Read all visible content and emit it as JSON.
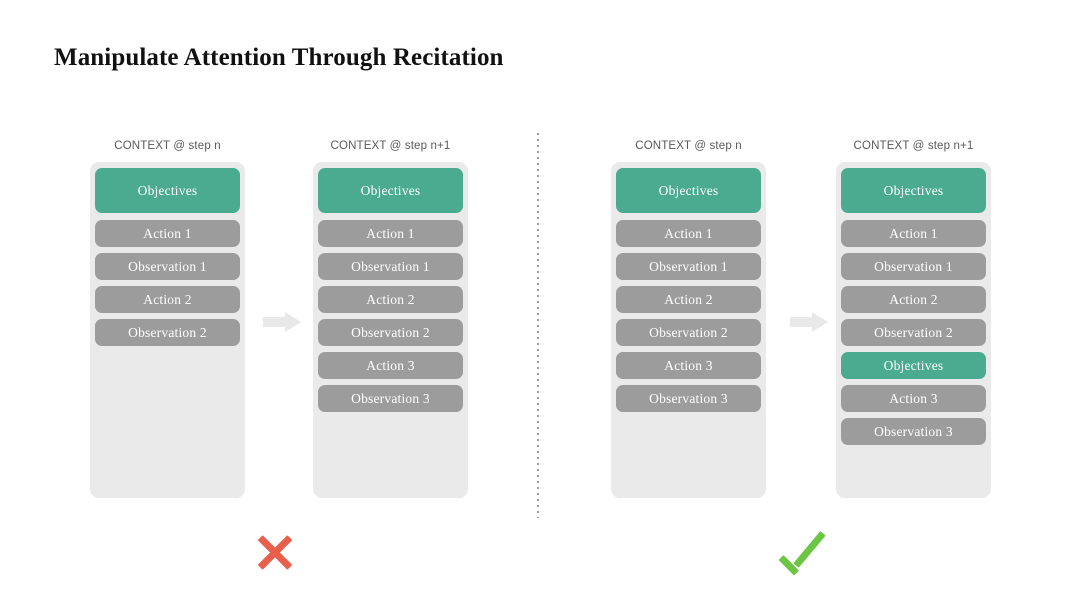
{
  "slide": {
    "title": "Manipulate Attention Through Recitation"
  },
  "colors": {
    "background": "#ffffff",
    "title_text": "#111111",
    "container": "#eaeaea",
    "chip_default": "#9c9c9c",
    "chip_objectives": "#4bab90",
    "chip_text": "#ffffff",
    "column_label": "#595959",
    "arrow": "#e8e8e8",
    "divider": "#9a9a9a",
    "cross": "#e8604c",
    "check": "#6cc644"
  },
  "panels": [
    {
      "name": "bad-example",
      "verdict": {
        "icon": "cross-icon",
        "meaning": "incorrect"
      },
      "columns": [
        {
          "label": "CONTEXT @ step n",
          "items": [
            {
              "text": "Objectives",
              "kind": "objectives",
              "tall": true
            },
            {
              "text": "Action 1",
              "kind": "default",
              "tall": false
            },
            {
              "text": "Observation 1",
              "kind": "default",
              "tall": false
            },
            {
              "text": "Action 2",
              "kind": "default",
              "tall": false
            },
            {
              "text": "Observation 2",
              "kind": "default",
              "tall": false
            }
          ]
        },
        {
          "label": "CONTEXT @ step n+1",
          "items": [
            {
              "text": "Objectives",
              "kind": "objectives",
              "tall": true
            },
            {
              "text": "Action 1",
              "kind": "default",
              "tall": false
            },
            {
              "text": "Observation 1",
              "kind": "default",
              "tall": false
            },
            {
              "text": "Action 2",
              "kind": "default",
              "tall": false
            },
            {
              "text": "Observation 2",
              "kind": "default",
              "tall": false
            },
            {
              "text": "Action 3",
              "kind": "default",
              "tall": false
            },
            {
              "text": "Observation 3",
              "kind": "default",
              "tall": false
            }
          ]
        }
      ]
    },
    {
      "name": "good-example",
      "verdict": {
        "icon": "check-icon",
        "meaning": "correct"
      },
      "columns": [
        {
          "label": "CONTEXT @ step n",
          "items": [
            {
              "text": "Objectives",
              "kind": "objectives",
              "tall": true
            },
            {
              "text": "Action 1",
              "kind": "default",
              "tall": false
            },
            {
              "text": "Observation 1",
              "kind": "default",
              "tall": false
            },
            {
              "text": "Action 2",
              "kind": "default",
              "tall": false
            },
            {
              "text": "Observation 2",
              "kind": "default",
              "tall": false
            },
            {
              "text": "Action 3",
              "kind": "default",
              "tall": false
            },
            {
              "text": "Observation 3",
              "kind": "default",
              "tall": false
            }
          ]
        },
        {
          "label": "CONTEXT @ step n+1",
          "items": [
            {
              "text": "Objectives",
              "kind": "objectives",
              "tall": true
            },
            {
              "text": "Action 1",
              "kind": "default",
              "tall": false
            },
            {
              "text": "Observation 1",
              "kind": "default",
              "tall": false
            },
            {
              "text": "Action 2",
              "kind": "default",
              "tall": false
            },
            {
              "text": "Observation 2",
              "kind": "default",
              "tall": false
            },
            {
              "text": "Objectives",
              "kind": "objectives",
              "tall": false
            },
            {
              "text": "Action 3",
              "kind": "default",
              "tall": false
            },
            {
              "text": "Observation 3",
              "kind": "default",
              "tall": false
            }
          ]
        }
      ]
    }
  ]
}
